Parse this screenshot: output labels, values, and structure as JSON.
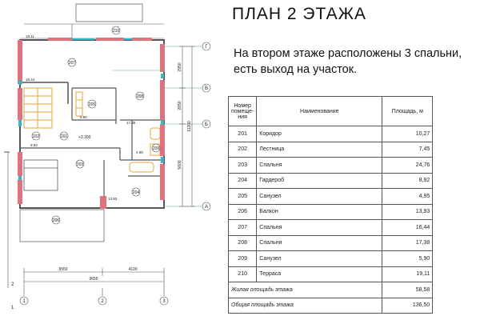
{
  "page": {
    "title": "ПЛАН 2 ЭТАЖА",
    "description": "На втором этаже расположены 3 спальни, есть выход на участок."
  },
  "table": {
    "headers": [
      "Номер помеще-ния",
      "Наименование",
      "Площадь, м"
    ],
    "rows": [
      {
        "num": "201",
        "name": "Коридор",
        "area": "10,27"
      },
      {
        "num": "202",
        "name": "Лестница",
        "area": "7,45"
      },
      {
        "num": "203",
        "name": "Спальня",
        "area": "24,76"
      },
      {
        "num": "204",
        "name": "Гардероб",
        "area": "8,92"
      },
      {
        "num": "205",
        "name": "Санузел",
        "area": "4,95"
      },
      {
        "num": "206",
        "name": "Балкон",
        "area": "13,93"
      },
      {
        "num": "207",
        "name": "Спальня",
        "area": "16,44"
      },
      {
        "num": "208",
        "name": "Спальня",
        "area": "17,38"
      },
      {
        "num": "209",
        "name": "Санузел",
        "area": "5,90"
      },
      {
        "num": "210",
        "name": "Терраса",
        "area": "19,11"
      }
    ],
    "summary": [
      {
        "label": "Жилая площадь этажа",
        "value": "58,58"
      },
      {
        "label": "Общая площадь этажа",
        "value": "136,50"
      }
    ]
  },
  "plan": {
    "room_tags": [
      "210",
      "207",
      "205",
      "208",
      "202",
      "201",
      "209",
      "203",
      "204",
      "206"
    ],
    "area_labels": [
      "19.11",
      "16.44",
      "5.90",
      "17.38",
      "8.92",
      "4.95",
      "13.93"
    ],
    "level_mark": "+3.300",
    "axis_letters": [
      "Г",
      "В",
      "Б",
      "А"
    ],
    "axis_numbers": [
      "1",
      "2",
      "3"
    ],
    "dim_vertical": [
      "2950",
      "2650",
      "5600",
      "11200"
    ],
    "dim_horizontal": [
      "5550",
      "4100",
      "9650"
    ],
    "edge_marks": [
      "2",
      "1"
    ]
  },
  "colors": {
    "wall_accent": "#e0717e",
    "wall_line": "#555555",
    "stair_orange": "#e8a03a",
    "window_cyan": "#34b8c8",
    "axis_green": "#5aa86a"
  }
}
